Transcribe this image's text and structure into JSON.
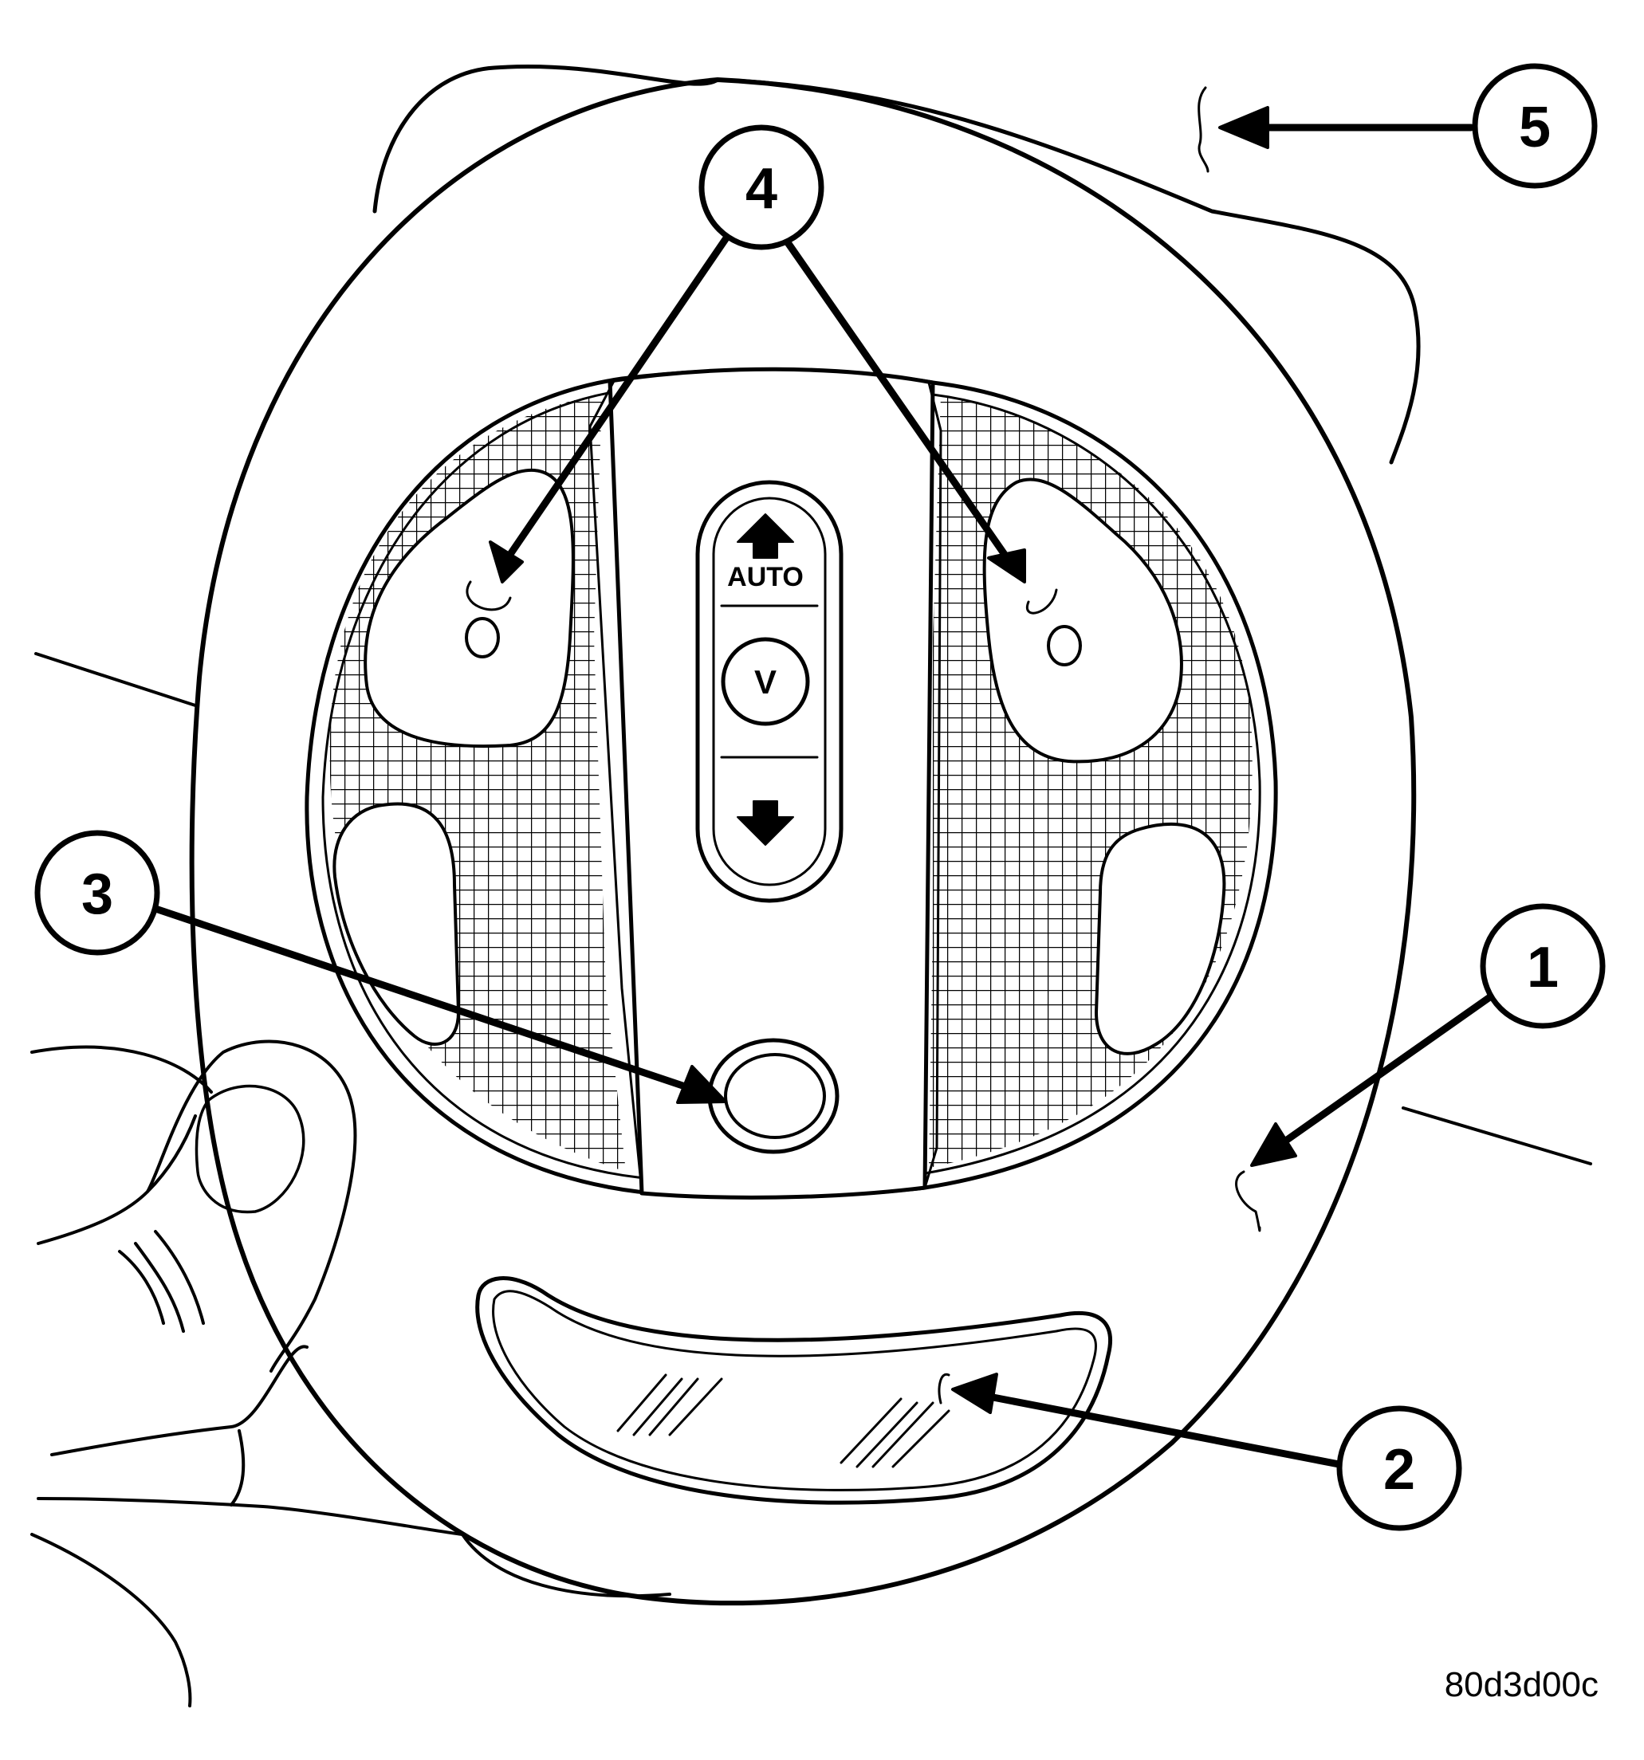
{
  "figure": {
    "id_label": "80d3d00c",
    "callouts": [
      {
        "number": "1"
      },
      {
        "number": "2"
      },
      {
        "number": "3"
      },
      {
        "number": "4"
      },
      {
        "number": "5"
      }
    ],
    "sunroof_switch": {
      "auto_label": "AUTO",
      "vent_label": "V"
    }
  }
}
